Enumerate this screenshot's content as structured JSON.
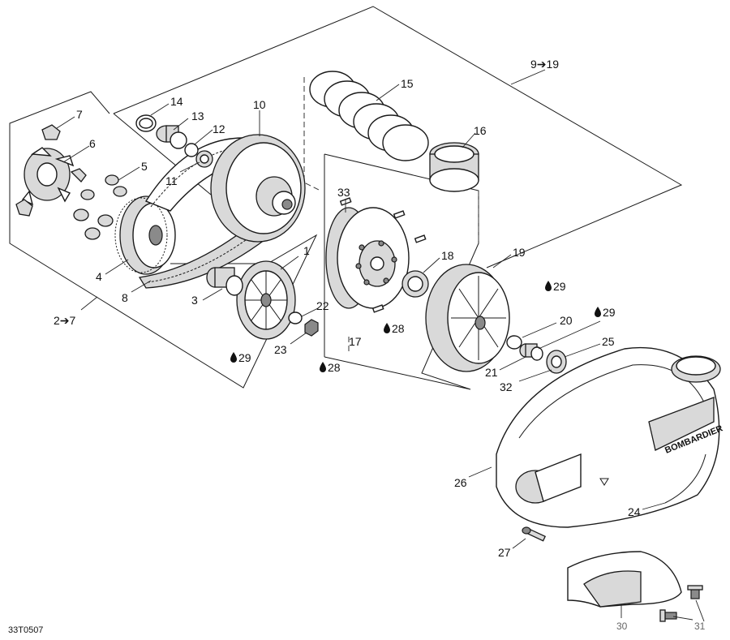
{
  "figure_code": "33T0507",
  "brand_text": "BOMBARDIER",
  "group_labels": {
    "drive_pulley_group": "2➔7",
    "driven_pulley_group": "9➔19"
  },
  "callouts": {
    "p1": "1",
    "p3": "3",
    "p4": "4",
    "p5": "5",
    "p6": "6",
    "p7": "7",
    "p8": "8",
    "p10": "10",
    "p11": "11",
    "p12": "12",
    "p13": "13",
    "p14": "14",
    "p15": "15",
    "p16": "16",
    "p17": "17",
    "p18": "18",
    "p19": "19",
    "p20": "20",
    "p21": "21",
    "p22": "22",
    "p23": "23",
    "p24": "24",
    "p25": "25",
    "p26": "26",
    "p27": "27",
    "p28a": "28",
    "p28b": "28",
    "p29a": "29",
    "p29b": "29",
    "p29c": "29",
    "p30": "30",
    "p31": "31",
    "p32": "32",
    "p33": "33"
  },
  "icons": {
    "lubricant": "oil-drop-icon"
  }
}
